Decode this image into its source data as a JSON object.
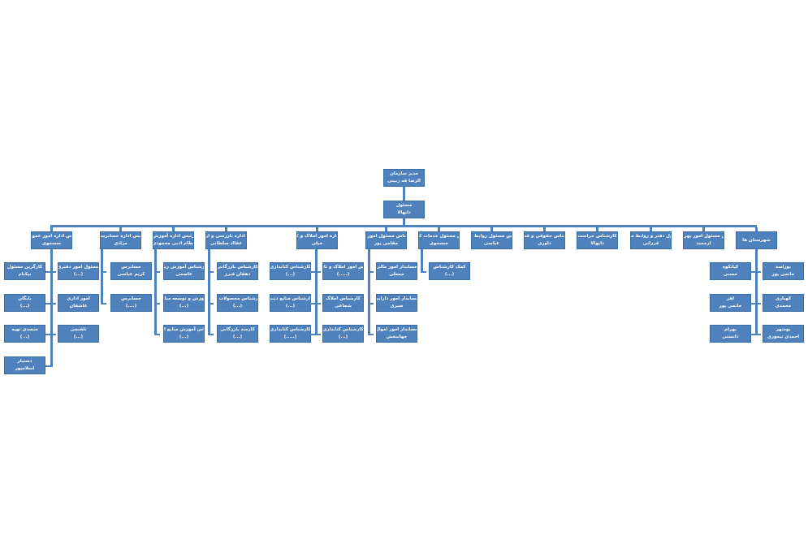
{
  "chart": {
    "root": {
      "l1": "مدیر سازمان",
      "l2": "الرضا قه زبینی"
    },
    "deputy": {
      "l1": "مسئول",
      "l2": "دایهالا"
    },
    "heads": [
      {
        "l1": "رئیس اداره امور عمومی",
        "l2": "سسموی"
      },
      {
        "l1": "رئیس اداره حسابرسی",
        "l2": "مرادی"
      },
      {
        "l1": "رئیس اداره آموزش",
        "l2": "نظام ادبی محمودی"
      },
      {
        "l1": "رئیس اداره بازرسی و ارزیابی",
        "l2": "عقااد سلطانی"
      },
      {
        "l1": "رئیس اداره امور املاک و کتابداری",
        "l2": "خیلی"
      },
      {
        "l1": "کارشناس مسئول امور مالی",
        "l2": "مقامی پور"
      },
      {
        "l1": "کارشناس مسئول خدمات کامپیوتری",
        "l2": "سسموی"
      },
      {
        "l1": "کارشناس مسئول روابط عمومی",
        "l2": "عباسی"
      },
      {
        "l1": "کارشناس حقوقی و قضایی",
        "l2": "داوری"
      },
      {
        "l1": "کارشناس حراست",
        "l2": "دایهالا"
      },
      {
        "l1": "مسئول دفتر و روابط معنوی",
        "l2": "فرزانی"
      },
      {
        "l1": "کارشناس مسئول امور بهره برداری",
        "l2": "ارجمند"
      },
      {
        "l1": "شهرستان ها",
        "l2": ""
      }
    ],
    "children": [
      {
        "l1": "کارگزین مسئول",
        "l2": "نیکنام"
      },
      {
        "l1": "بایگان",
        "l2": "(...)"
      },
      {
        "l1": "متصدی تهیه",
        "l2": "(...)"
      },
      {
        "l1": "دستیار",
        "l2": "اسلامپور"
      },
      {
        "l1": "مسئول امور دفتری",
        "l2": "(...)"
      },
      {
        "l1": "امور اداری",
        "l2": "عاشقان"
      },
      {
        "l1": "تلفنچی",
        "l2": "(...)"
      },
      {
        "l1": "حسابرس",
        "l2": "کریم عباسی"
      },
      {
        "l1": "حسابرس",
        "l2": "(....)"
      },
      {
        "l1": "کارشناس آموزش زبان",
        "l2": "عاصمی"
      },
      {
        "l1": "آموزش و توسعه منابع",
        "l2": "(...)"
      },
      {
        "l1": "کارشناس آموزش منابع انسانی",
        "l2": "(...)"
      },
      {
        "l1": "کارشناس بازرگانی",
        "l2": "دهقان فیرز"
      },
      {
        "l1": "بازرس کارشناس محصولات کشاورزی",
        "l2": "(...)"
      },
      {
        "l1": "کارمند بازرگانی",
        "l2": "(...)"
      },
      {
        "l1": "کارشناس کتابداری",
        "l2": "(...)"
      },
      {
        "l1": "کارشناس منابع دینی",
        "l2": "(...)"
      },
      {
        "l1": "کارشناس کتابداری",
        "l2": "(.....)"
      },
      {
        "l1": "کارشناس امور املاک و تاسیسات",
        "l2": "(.....)"
      },
      {
        "l1": "کارشناس املاک",
        "l2": "شجاعی"
      },
      {
        "l1": "کارشناس کتابداری",
        "l2": "(...)"
      },
      {
        "l1": "حسابدار امور مالی",
        "l2": "جمعلی"
      },
      {
        "l1": "حسابدار امور دارایی",
        "l2": "صبری"
      },
      {
        "l1": "حسابدار امور اموال",
        "l2": "جهانبخش"
      },
      {
        "l1": "کمک کارشناس",
        "l2": "(...)"
      },
      {
        "l1": "کیانکوه",
        "l2": "حسنی"
      },
      {
        "l1": "اهر",
        "l2": "حاتمی پور"
      },
      {
        "l1": "بهرام",
        "l2": "دانستی"
      },
      {
        "l1": "بوراسد",
        "l2": "حاتمی پور"
      },
      {
        "l1": "کهباری",
        "l2": "محمدی"
      },
      {
        "l1": "بوشهر",
        "l2": "احمدی تیموری"
      }
    ]
  }
}
